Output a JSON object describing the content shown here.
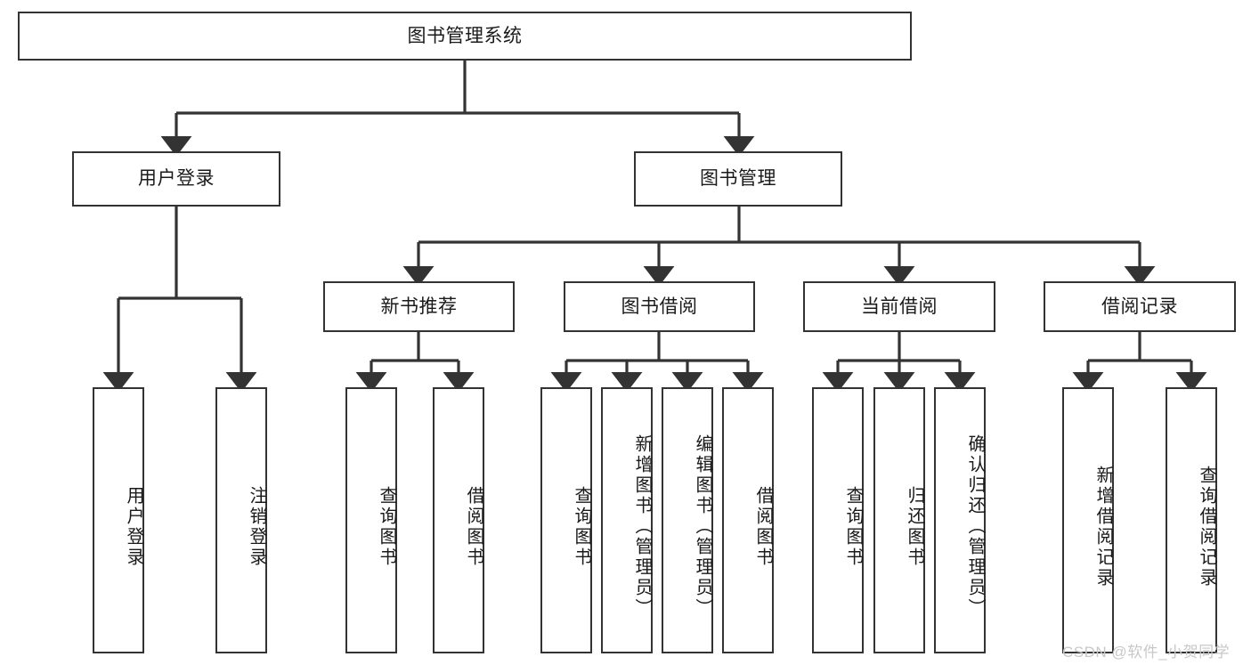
{
  "diagram": {
    "title": "图书管理系统",
    "type": "hierarchy-tree",
    "orientation": "top-down",
    "levels": 4,
    "colors": {
      "box_border": "#333333",
      "box_fill": "#ffffff",
      "edge": "#333333",
      "text": "#1a1a1a",
      "watermark": "#c8c8c8",
      "background": "#ffffff"
    },
    "root": {
      "label": "图书管理系统"
    },
    "level2": [
      {
        "label": "用户登录"
      },
      {
        "label": "图书管理"
      }
    ],
    "level3": [
      {
        "label": "新书推荐"
      },
      {
        "label": "图书借阅"
      },
      {
        "label": "当前借阅"
      },
      {
        "label": "借阅记录"
      }
    ],
    "leaves": {
      "user_login": [
        {
          "label": "用户登录"
        },
        {
          "label": "注销登录"
        }
      ],
      "new_book_recommend": [
        {
          "label": "查询图书"
        },
        {
          "label": "借阅图书"
        }
      ],
      "book_borrow": [
        {
          "label": "查询图书"
        },
        {
          "label": "新增图书（管理员）"
        },
        {
          "label": "编辑图书（管理员）"
        },
        {
          "label": "借阅图书"
        }
      ],
      "current_borrow": [
        {
          "label": "查询图书"
        },
        {
          "label": "归还图书"
        },
        {
          "label": "确认归还（管理员）"
        }
      ],
      "borrow_records": [
        {
          "label": "新增借阅记录"
        },
        {
          "label": "查询借阅记录"
        }
      ]
    },
    "watermark": "CSDN @软件_小贺同学"
  }
}
